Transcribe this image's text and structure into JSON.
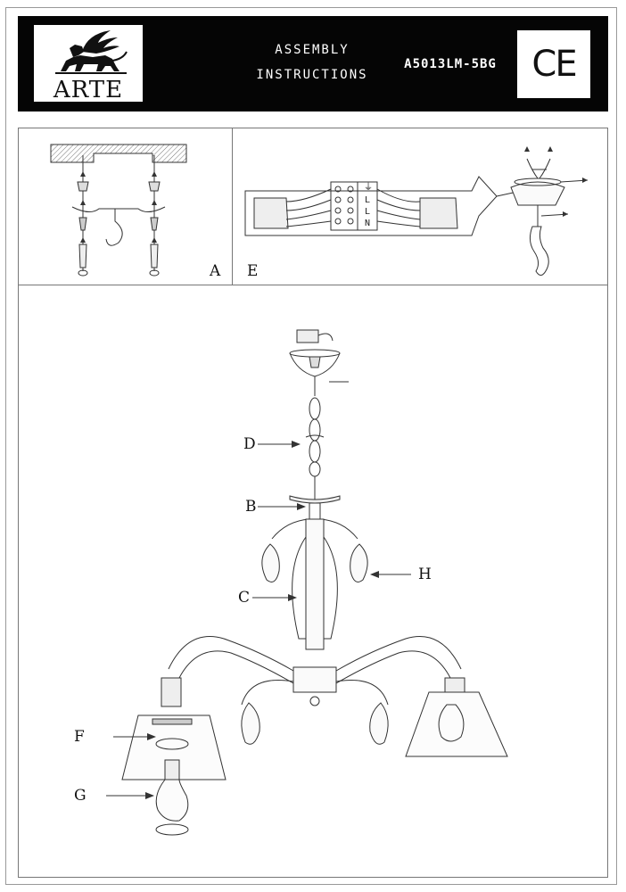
{
  "header": {
    "brand": "ARTE",
    "title_line1": "ASSEMBLY",
    "title_line2": "INSTRUCTIONS",
    "model": "A5013LM-5BG",
    "mark": "CE"
  },
  "panels": {
    "mounting_label": "A",
    "wiring_label": "E"
  },
  "terminal_labels": [
    "⏚",
    "L",
    "L",
    "N"
  ],
  "callouts": {
    "b": "B",
    "c": "C",
    "d": "D",
    "f": "F",
    "g": "G",
    "h": "H"
  }
}
